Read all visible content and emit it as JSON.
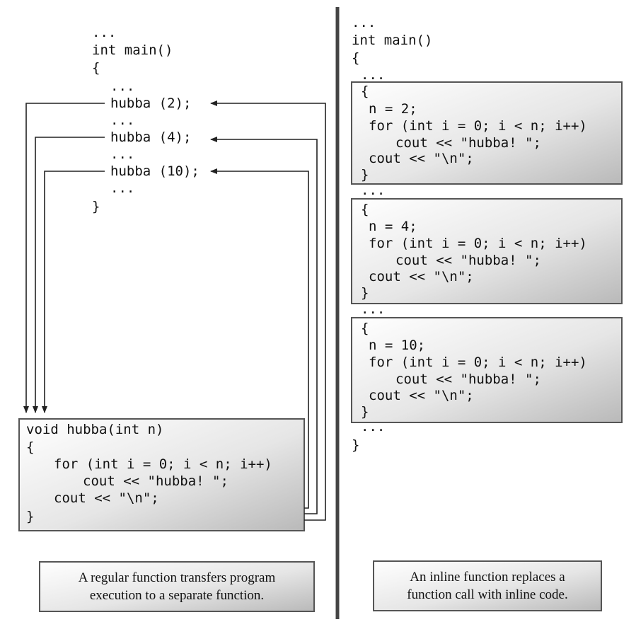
{
  "left": {
    "main_lines": [
      "...",
      "int main()",
      "{",
      "...",
      "hubba (2);",
      "...",
      "hubba (4);",
      "...",
      "hubba (10);",
      "...",
      "}"
    ],
    "function_lines": [
      "void hubba(int n)",
      "{",
      "for (int i = 0; i < n; i++)",
      "cout << \"hubba! \";",
      "cout << \"\\n\";",
      "}"
    ],
    "caption_lines": [
      "A regular function transfers program",
      "execution to a separate function."
    ]
  },
  "right": {
    "header_lines": [
      "...",
      "int main()",
      "{",
      "..."
    ],
    "blocks": [
      {
        "lines": [
          "{",
          "n = 2;",
          "for (int i = 0; i < n; i++)",
          "cout << \"hubba! \";",
          "cout << \"\\n\";",
          "}"
        ]
      },
      {
        "lines": [
          "{",
          "n = 4;",
          "for (int i = 0; i < n; i++)",
          "cout << \"hubba! \";",
          "cout << \"\\n\";",
          "}"
        ]
      },
      {
        "lines": [
          "{",
          "n = 10;",
          "for (int i = 0; i < n; i++)",
          "cout << \"hubba! \";",
          "cout << \"\\n\";",
          "}"
        ]
      }
    ],
    "between_lines": [
      "...",
      "..."
    ],
    "footer_lines": [
      "...",
      "}"
    ],
    "caption_lines": [
      "An inline function replaces a",
      "function call with inline code."
    ]
  },
  "colors": {
    "text": "#111111",
    "box_border": "#555555",
    "divider": "#444444",
    "arrow": "#222222",
    "gradient_light": "#ffffff",
    "gradient_dark": "#b9b9b9"
  }
}
